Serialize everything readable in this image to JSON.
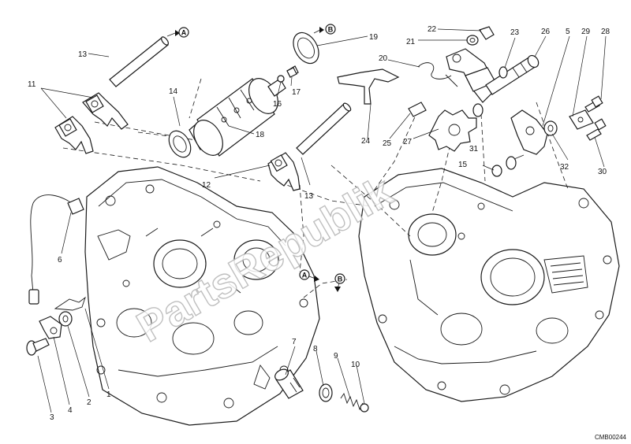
{
  "labels": {
    "n1": "1",
    "n2": "2",
    "n3": "3",
    "n4": "4",
    "n5": "5",
    "n6": "6",
    "n7": "7",
    "n8": "8",
    "n9": "9",
    "n10": "10",
    "n11": "11",
    "n12": "12",
    "n13a": "13",
    "n13b": "13",
    "n14": "14",
    "n15": "15",
    "n16": "16",
    "n17": "17",
    "n18": "18",
    "n19": "19",
    "n20": "20",
    "n21": "21",
    "n22": "22",
    "n23": "23",
    "n24": "24",
    "n25": "25",
    "n26": "26",
    "n27": "27",
    "n28": "28",
    "n29": "29",
    "n30": "30",
    "n31": "31",
    "n32": "32"
  },
  "callouts": {
    "a1": "A",
    "b1": "B",
    "a2": "A",
    "b2": "B"
  },
  "watermark": "PartsRepublik",
  "drawing_code": "CMB00244"
}
